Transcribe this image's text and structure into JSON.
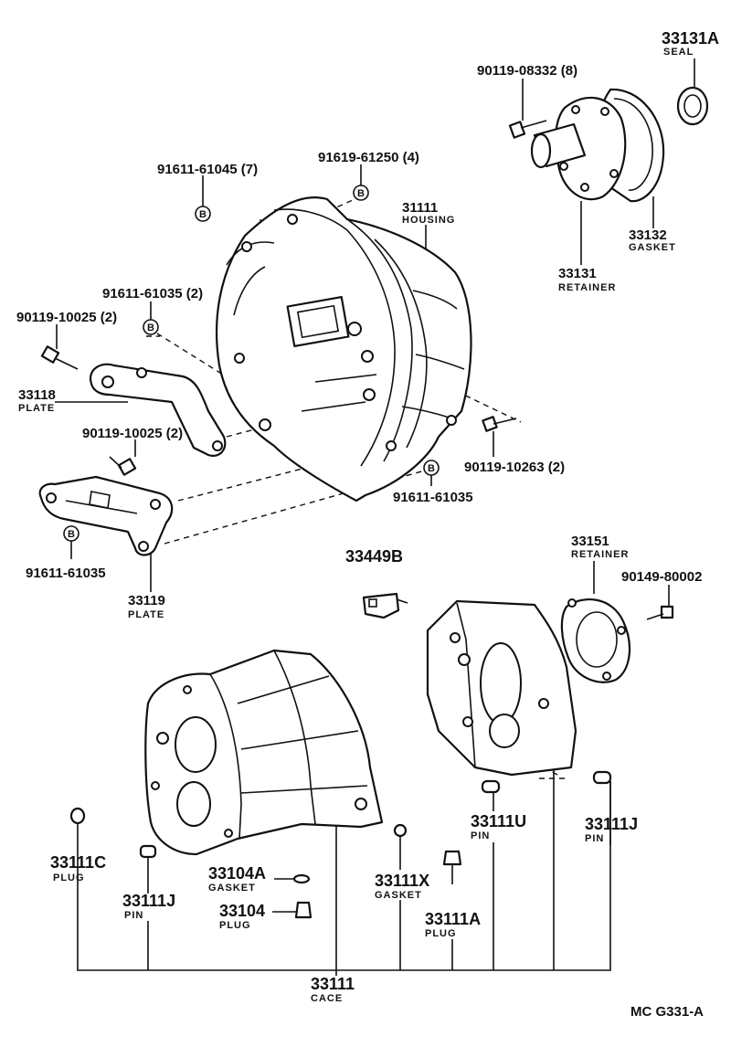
{
  "diagram_code": "MC G331-A",
  "bolt_marker": "B",
  "labels": {
    "p_33131A": {
      "number": "33131A",
      "name": "SEAL"
    },
    "p_90119_08332": {
      "number": "90119-08332 (8)"
    },
    "p_91611_61045": {
      "number": "91611-61045 (7)"
    },
    "p_91619_61250": {
      "number": "91619-61250 (4)"
    },
    "p_31111": {
      "number": "31111",
      "name": "HOUSING"
    },
    "p_33132": {
      "number": "33132",
      "name": "GASKET"
    },
    "p_33131": {
      "number": "33131",
      "name": "RETAINER"
    },
    "p_91611_61035_2": {
      "number": "91611-61035 (2)"
    },
    "p_90119_10025_a": {
      "number": "90119-10025 (2)"
    },
    "p_33118": {
      "number": "33118",
      "name": "PLATE"
    },
    "p_90119_10025_b": {
      "number": "90119-10025 (2)"
    },
    "p_90119_10263": {
      "number": "90119-10263 (2)"
    },
    "p_91611_61035_a": {
      "number": "91611-61035"
    },
    "p_91611_61035_b": {
      "number": "91611-61035"
    },
    "p_33119": {
      "number": "33119",
      "name": "PLATE"
    },
    "p_33449B": {
      "number": "33449B"
    },
    "p_33151": {
      "number": "33151",
      "name": "RETAINER"
    },
    "p_90149_80002": {
      "number": "90149-80002"
    },
    "p_33111C": {
      "number": "33111C",
      "name": "PLUG"
    },
    "p_33111J_a": {
      "number": "33111J",
      "name": "PIN"
    },
    "p_33104A": {
      "number": "33104A",
      "name": "GASKET"
    },
    "p_33104": {
      "number": "33104",
      "name": "PLUG"
    },
    "p_33111X": {
      "number": "33111X",
      "name": "GASKET"
    },
    "p_33111A": {
      "number": "33111A",
      "name": "PLUG"
    },
    "p_33111U": {
      "number": "33111U",
      "name": "PIN"
    },
    "p_33111J_b": {
      "number": "33111J",
      "name": "PIN"
    },
    "p_33111": {
      "number": "33111",
      "name": "CACE"
    }
  }
}
